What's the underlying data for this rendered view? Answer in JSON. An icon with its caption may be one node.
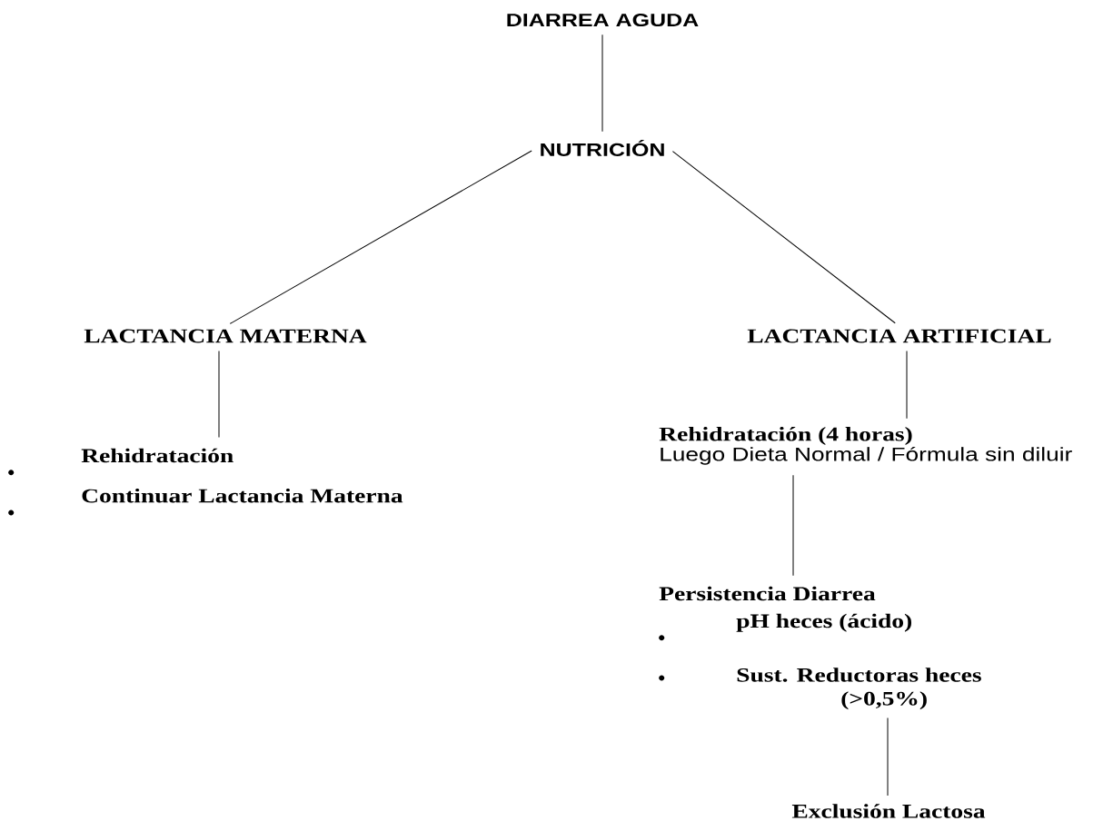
{
  "diagram": {
    "nodes": [
      {
        "text": [
          "DIARREA AGUDA"
        ]
      },
      {
        "text": [
          "NUTRICIÓN"
        ]
      },
      {
        "text": [
          "LACTANCIA MATERNA"
        ]
      },
      {
        "text": [
          "LACTANCIA ARTIFICIAL"
        ]
      },
      {
        "text": [
          "Rehidratación",
          "Continuar Lactancia Materna"
        ]
      },
      {
        "text": [
          "Rehidratación (4 horas)",
          "Luego Dieta Normal / Fórmula sin diluir"
        ]
      },
      {
        "text": [
          "Persistencia Diarrea",
          "pH  heces (ácido)",
          "Sust. Reductoras heces (>0,5%)"
        ]
      },
      {
        "text": [
          "Exclusión Lactosa"
        ]
      }
    ],
    "edges": [
      {
        "from": 0,
        "to": 1,
        "arrow": "none"
      },
      {
        "from": 1,
        "to": 2,
        "arrow": "none"
      },
      {
        "from": 1,
        "to": 3,
        "arrow": "none"
      },
      {
        "from": 2,
        "to": 4,
        "arrow": "none"
      },
      {
        "from": 3,
        "to": 5,
        "arrow": "none"
      },
      {
        "from": 5,
        "to": 6,
        "arrow": "none"
      },
      {
        "from": 6,
        "to": 7,
        "arrow": "none"
      }
    ]
  }
}
